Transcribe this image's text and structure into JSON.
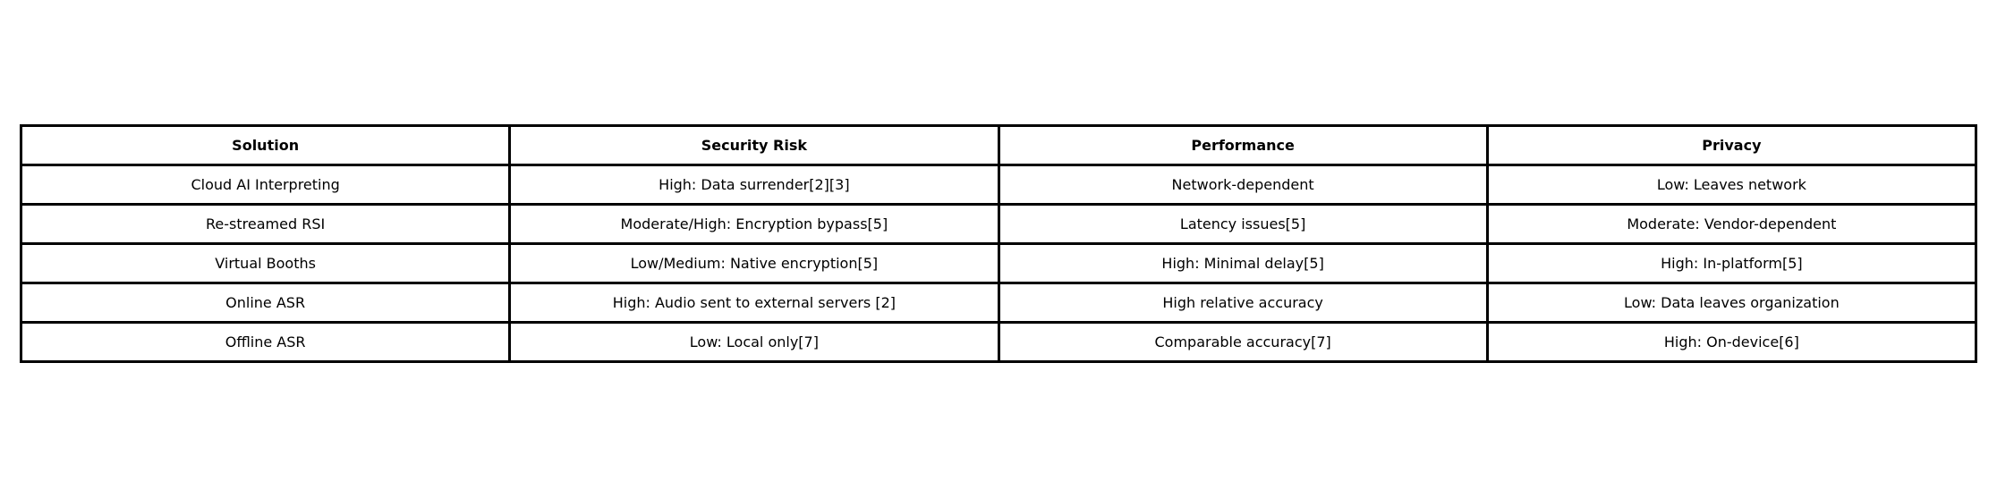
{
  "chart_data": {
    "type": "table",
    "columns": [
      "Solution",
      "Security Risk",
      "Performance",
      "Privacy"
    ],
    "rows": [
      [
        "Cloud AI Interpreting",
        "High: Data surrender[2][3]",
        "Network-dependent",
        "Low: Leaves network"
      ],
      [
        "Re-streamed RSI",
        "Moderate/High: Encryption bypass[5]",
        "Latency issues[5]",
        "Moderate: Vendor-dependent"
      ],
      [
        "Virtual Booths",
        "Low/Medium: Native encryption[5]",
        "High: Minimal delay[5]",
        "High: In-platform[5]"
      ],
      [
        "Online ASR",
        "High: Audio sent to external servers [2]",
        "High relative accuracy",
        "Low: Data leaves organization"
      ],
      [
        "Offline ASR",
        "Low: Local only[7]",
        "Comparable accuracy[7]",
        "High: On-device[6]"
      ]
    ]
  }
}
